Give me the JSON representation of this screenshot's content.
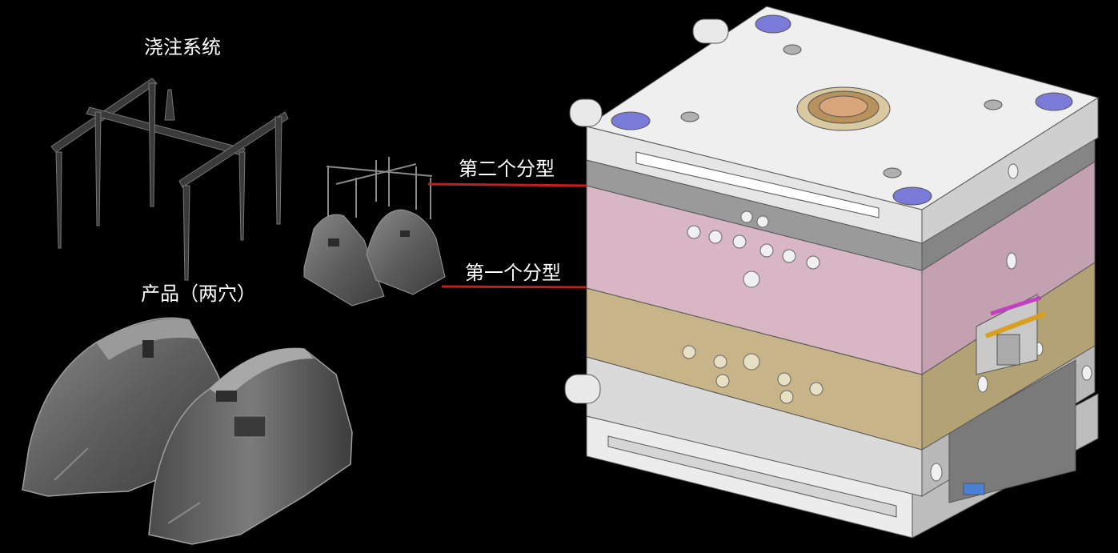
{
  "labels": {
    "runner_system": "浇注系统",
    "product": "产品（两穴）",
    "second_parting": "第二个分型",
    "first_parting": "第一个分型"
  },
  "colors": {
    "background": "#000000",
    "leader_line": "#d01a1a",
    "top_plate": "#e9e9e9",
    "stripper_plate": "#d8b6c4",
    "b_plate": "#c7b589",
    "support_plate": "#d3d3d3",
    "part_gray": "#6d6d6d",
    "bolt_pad": "#7a7ad8"
  },
  "icons": {
    "runner": "runner-system-icon",
    "product": "molded-part-icon",
    "mold": "injection-mold-icon"
  }
}
